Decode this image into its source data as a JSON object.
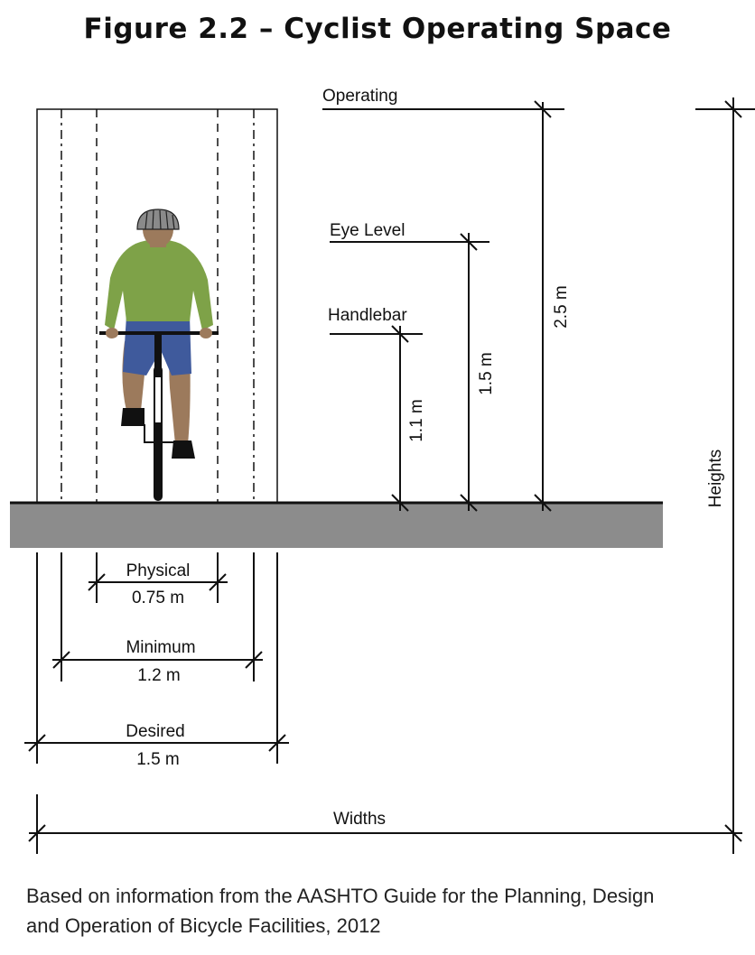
{
  "title": "Figure 2.2 – Cyclist Operating Space",
  "caption": {
    "line1": "Based on information from the AASHTO Guide for the Planning, Design",
    "line2": "and Operation of Bicycle Facilities, 2012"
  },
  "heights": {
    "axis_label": "Heights",
    "operating": {
      "label": "Operating",
      "value": "2.5 m"
    },
    "eye_level": {
      "label": "Eye Level",
      "value": "1.5 m"
    },
    "handlebar": {
      "label": "Handlebar",
      "value": "1.1 m"
    }
  },
  "widths": {
    "axis_label": "Widths",
    "physical": {
      "label": "Physical",
      "value": "0.75 m"
    },
    "minimum": {
      "label": "Minimum",
      "value": "1.2 m"
    },
    "desired": {
      "label": "Desired",
      "value": "1.5 m"
    }
  },
  "colors": {
    "ground": "#8c8c8c",
    "shirt": "#7ea248",
    "shorts": "#3f5a9c",
    "skin": "#9c7a5c",
    "helmet": "#8a8a8a"
  }
}
